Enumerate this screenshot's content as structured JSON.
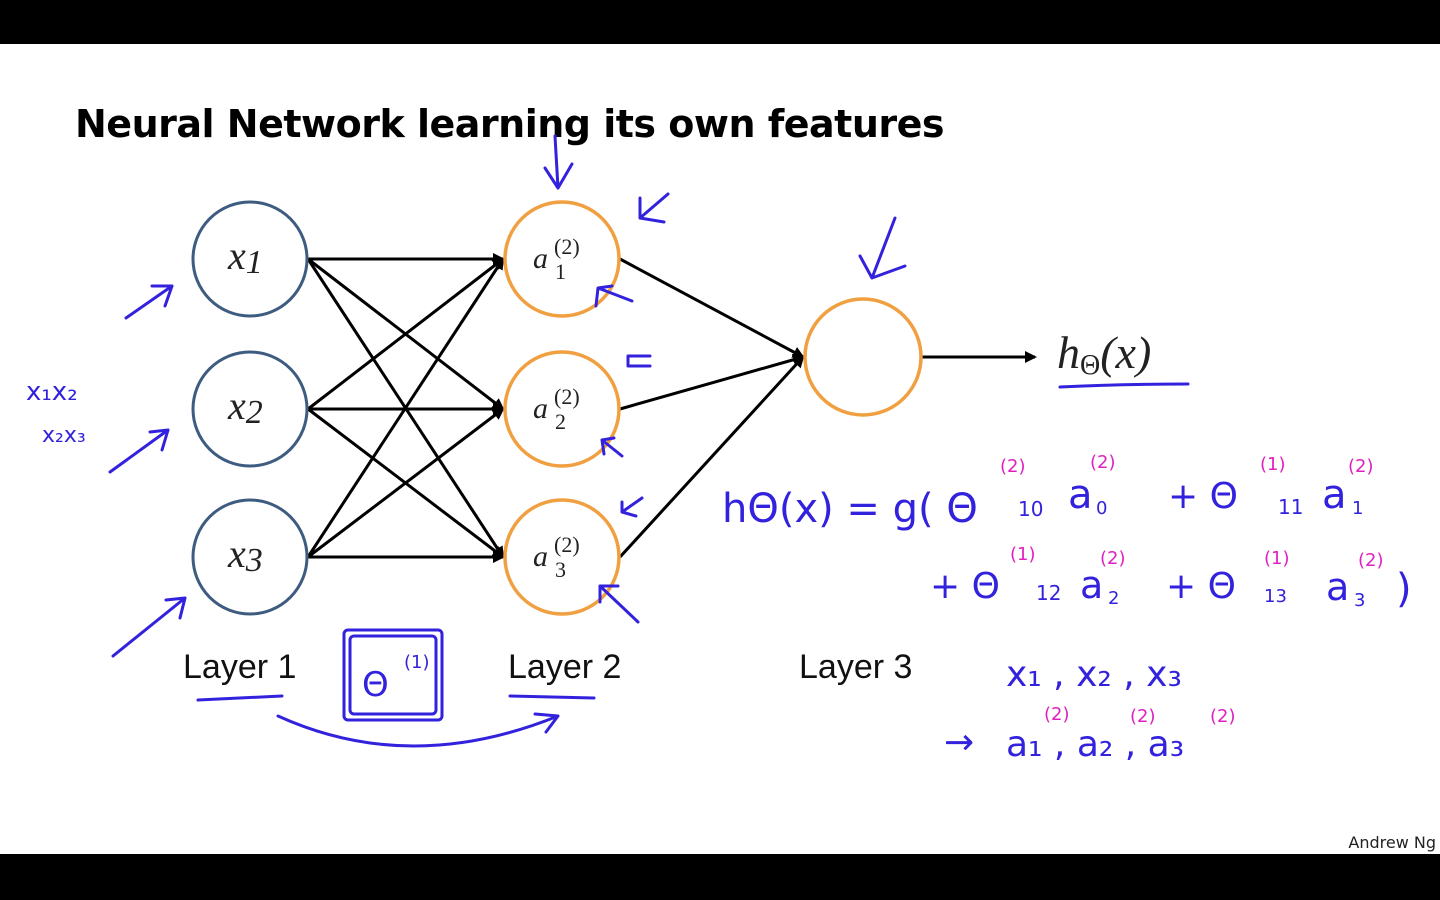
{
  "slide": {
    "title": "Neural Network learning its own features",
    "credit": "Andrew Ng"
  },
  "colors": {
    "input_node": "#3e5b80",
    "hidden_node": "#f0a040",
    "edge": "#000000",
    "ink": "#3322dd",
    "ink_superscript": "#e020c0"
  },
  "layers": [
    {
      "label": "Layer 1",
      "nodes": [
        {
          "base": "x",
          "sub": "1"
        },
        {
          "base": "x",
          "sub": "2"
        },
        {
          "base": "x",
          "sub": "3"
        }
      ]
    },
    {
      "label": "Layer 2",
      "nodes": [
        {
          "base": "a",
          "sup": "(2)",
          "sub": "1"
        },
        {
          "base": "a",
          "sup": "(2)",
          "sub": "2"
        },
        {
          "base": "a",
          "sup": "(2)",
          "sub": "3"
        }
      ]
    },
    {
      "label": "Layer 3",
      "nodes": [
        {
          "base": "",
          "sub": ""
        }
      ]
    }
  ],
  "output": {
    "h": "h",
    "sub": "Θ",
    "paren": "(x)"
  },
  "annotations": {
    "left_features_1": "x₁x₂",
    "left_features_2": "x₂x₃",
    "theta_box": "Θ",
    "theta_box_sup": "(1)",
    "eq_line1": "hΘ(x) = g( Θ",
    "eq_line1_sub1": "10",
    "eq_a0": "a",
    "eq_a0_sub": "0",
    "eq_plus1": "+ Θ",
    "eq_line1_sub2": "11",
    "eq_a1": "a",
    "eq_a1_sub": "1",
    "eq_sup_1": "(1)",
    "eq_sup_2": "(2)",
    "eq_line2_plus1": "+ Θ",
    "eq_line2_sub1": "12",
    "eq_a2": "a",
    "eq_a2_sub": "2",
    "eq_line2_plus2": "+ Θ",
    "eq_line2_sub2": "13",
    "eq_a3": "a",
    "eq_a3_sub": "3",
    "eq_close": ")",
    "inputs_list": "x₁ , x₂ , x₃",
    "arrow_to": "→",
    "features_list": "a₁ , a₂ , a₃"
  }
}
